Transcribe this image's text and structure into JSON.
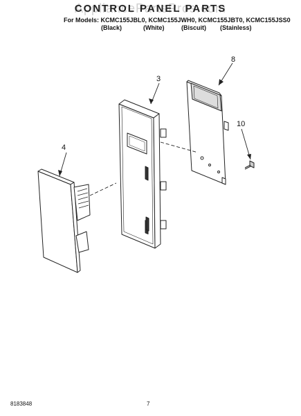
{
  "header": {
    "watermark": "AppliancePartsPros.com",
    "title": "CONTROL PANEL PARTS",
    "models": "For Models: KCMC155JBL0, KCMC155JWH0, KCMC155JBT0, KCMC155JSS0",
    "variants": [
      "(Black)",
      "(White)",
      "(Biscuit)",
      "(Stainless)"
    ]
  },
  "callouts": {
    "part_3": "3",
    "part_4": "4",
    "part_8": "8",
    "part_10": "10"
  },
  "footer": {
    "doc_number": "8183848",
    "page_number": "7"
  }
}
